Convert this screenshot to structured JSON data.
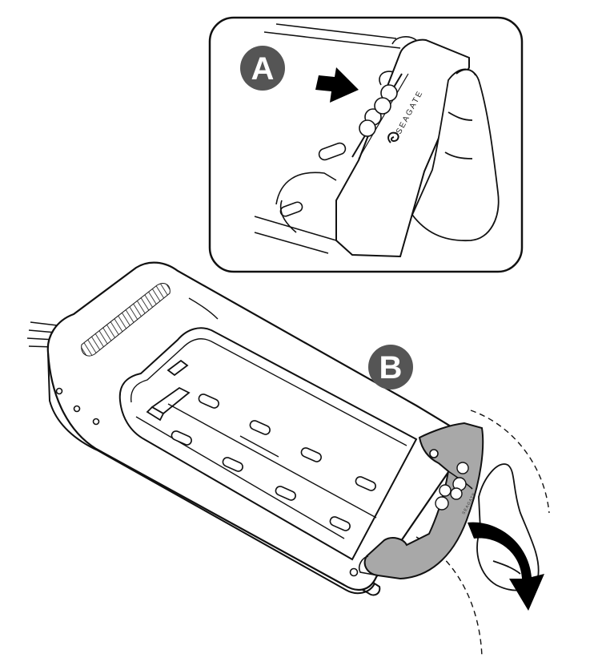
{
  "step_labels": {
    "a": "A",
    "b": "B"
  },
  "brand": {
    "inset_text": "SEAGATE",
    "handle_text": "SEAGATE"
  },
  "colors": {
    "outline": "#111111",
    "badge_fill": "#555555",
    "handle_fill": "#a8a8a8",
    "arrow_fill": "#000000"
  },
  "icons": {
    "push": "push-arrow-icon",
    "rotate": "rotate-arrow-icon",
    "logo": "seagate-logo-icon"
  }
}
